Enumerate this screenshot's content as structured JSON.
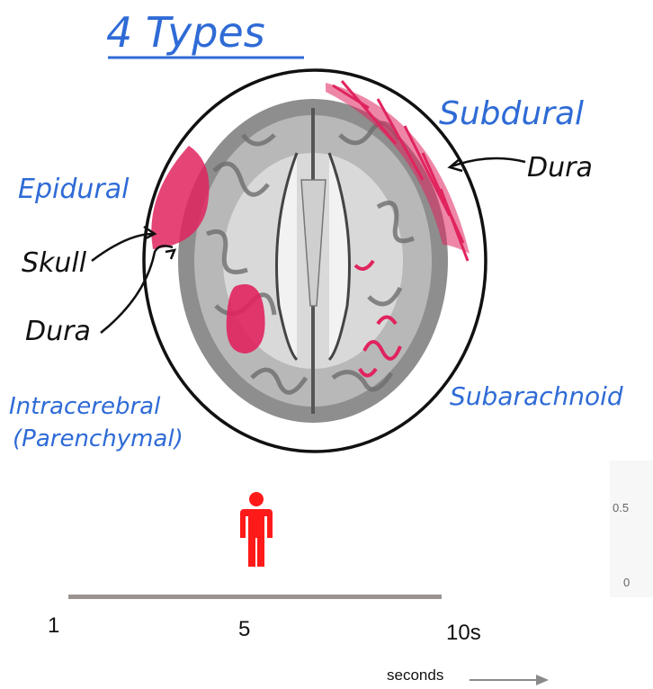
{
  "title": "4 Types",
  "labels": {
    "epidural": "Epidural",
    "skull": "Skull",
    "dura_left": "Dura",
    "subdural": "Subdural",
    "dura_right": "Dura",
    "intracerebral_line1": "Intracerebral",
    "intracerebral_line2": "(Parenchymal)",
    "subarachnoid": "Subarachnoid"
  },
  "colors": {
    "annotation_blue": "#2f6bd6",
    "hemorrhage_red": "#e0245e",
    "person_red": "#ff1a1a",
    "timeline_gray": "#9a9490"
  },
  "timeline": {
    "tick_start": "1",
    "tick_mid": "5",
    "tick_end": "10s",
    "seconds_label": "seconds",
    "marker_icon": "person-icon"
  },
  "mini_axis": {
    "top": "0.5",
    "bottom": "0"
  }
}
